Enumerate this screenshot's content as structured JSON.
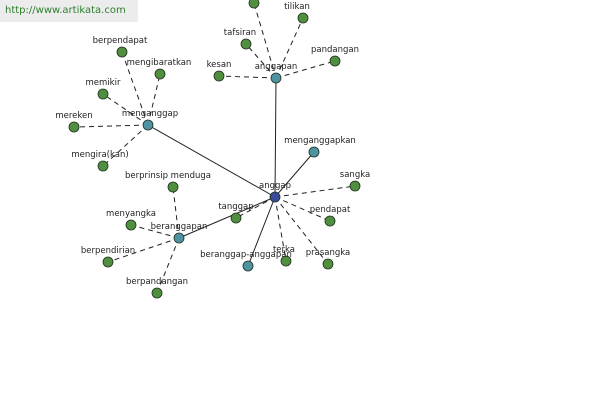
{
  "site": {
    "url": "http://www.artikata.com"
  },
  "colors": {
    "center": "#3a4a9a",
    "hub": "#4f93a2",
    "leaf": "#4f8f3f",
    "node_stroke": "#1f2f1f",
    "edge": "#222222"
  },
  "graph": {
    "nodes": [
      {
        "id": "anggap",
        "label": "anggap",
        "kind": "center"
      },
      {
        "id": "anggapan",
        "label": "anggapan",
        "kind": "hub"
      },
      {
        "id": "menganggap",
        "label": "menganggap",
        "kind": "hub"
      },
      {
        "id": "beranggapan",
        "label": "beranggapan",
        "kind": "hub"
      },
      {
        "id": "menganggapkan",
        "label": "menganggapkan",
        "kind": "hub"
      },
      {
        "id": "beranggap-anggapan",
        "label": "beranggap-anggapan",
        "kind": "hub"
      },
      {
        "id": "tanggap",
        "label": "tanggap",
        "kind": "leaf"
      },
      {
        "id": "sangka",
        "label": "sangka",
        "kind": "leaf"
      },
      {
        "id": "pendapat",
        "label": "pendapat",
        "kind": "leaf"
      },
      {
        "id": "prasangka",
        "label": "prasangka",
        "kind": "leaf"
      },
      {
        "id": "terka",
        "label": "terka",
        "kind": "leaf"
      },
      {
        "id": "tilikan",
        "label": "tilikan",
        "kind": "leaf"
      },
      {
        "id": "tafsiran",
        "label": "tafsiran",
        "kind": "leaf"
      },
      {
        "id": "pandangan",
        "label": "pandangan",
        "kind": "leaf"
      },
      {
        "id": "kesan",
        "label": "kesan",
        "kind": "leaf"
      },
      {
        "id": "top-leaf",
        "label": "",
        "kind": "leaf"
      },
      {
        "id": "berpendapat",
        "label": "berpendapat",
        "kind": "leaf"
      },
      {
        "id": "mengibaratkan",
        "label": "mengibaratkan",
        "kind": "leaf"
      },
      {
        "id": "memikir",
        "label": "memikir",
        "kind": "leaf"
      },
      {
        "id": "mereken",
        "label": "mereken",
        "kind": "leaf"
      },
      {
        "id": "mengira(kan)",
        "label": "mengira(kan)",
        "kind": "leaf"
      },
      {
        "id": "berprinsip-menduga",
        "label": "berprinsip menduga",
        "kind": "leaf"
      },
      {
        "id": "menyangka",
        "label": "menyangka",
        "kind": "leaf"
      },
      {
        "id": "berpendirian",
        "label": "berpendirian",
        "kind": "leaf"
      },
      {
        "id": "berpandangan",
        "label": "berpandangan",
        "kind": "leaf"
      }
    ],
    "edges": [
      {
        "from": "anggap",
        "to": "anggapan",
        "style": "solid"
      },
      {
        "from": "anggap",
        "to": "menganggap",
        "style": "solid"
      },
      {
        "from": "anggap",
        "to": "beranggapan",
        "style": "solid"
      },
      {
        "from": "anggap",
        "to": "menganggapkan",
        "style": "solid"
      },
      {
        "from": "anggap",
        "to": "beranggap-anggapan",
        "style": "solid"
      },
      {
        "from": "anggap",
        "to": "tanggap",
        "style": "dashed"
      },
      {
        "from": "anggap",
        "to": "sangka",
        "style": "dashed"
      },
      {
        "from": "anggap",
        "to": "pendapat",
        "style": "dashed"
      },
      {
        "from": "anggap",
        "to": "prasangka",
        "style": "dashed"
      },
      {
        "from": "anggap",
        "to": "terka",
        "style": "dashed"
      },
      {
        "from": "anggapan",
        "to": "tilikan",
        "style": "dashed"
      },
      {
        "from": "anggapan",
        "to": "tafsiran",
        "style": "dashed"
      },
      {
        "from": "anggapan",
        "to": "pandangan",
        "style": "dashed"
      },
      {
        "from": "anggapan",
        "to": "kesan",
        "style": "dashed"
      },
      {
        "from": "anggapan",
        "to": "top-leaf",
        "style": "dashed"
      },
      {
        "from": "menganggap",
        "to": "berpendapat",
        "style": "dashed"
      },
      {
        "from": "menganggap",
        "to": "mengibaratkan",
        "style": "dashed"
      },
      {
        "from": "menganggap",
        "to": "memikir",
        "style": "dashed"
      },
      {
        "from": "menganggap",
        "to": "mereken",
        "style": "dashed"
      },
      {
        "from": "menganggap",
        "to": "mengira(kan)",
        "style": "dashed"
      },
      {
        "from": "beranggapan",
        "to": "berprinsip-menduga",
        "style": "dashed"
      },
      {
        "from": "beranggapan",
        "to": "menyangka",
        "style": "dashed"
      },
      {
        "from": "beranggapan",
        "to": "berpendirian",
        "style": "dashed"
      },
      {
        "from": "beranggapan",
        "to": "berpandangan",
        "style": "dashed"
      }
    ]
  }
}
